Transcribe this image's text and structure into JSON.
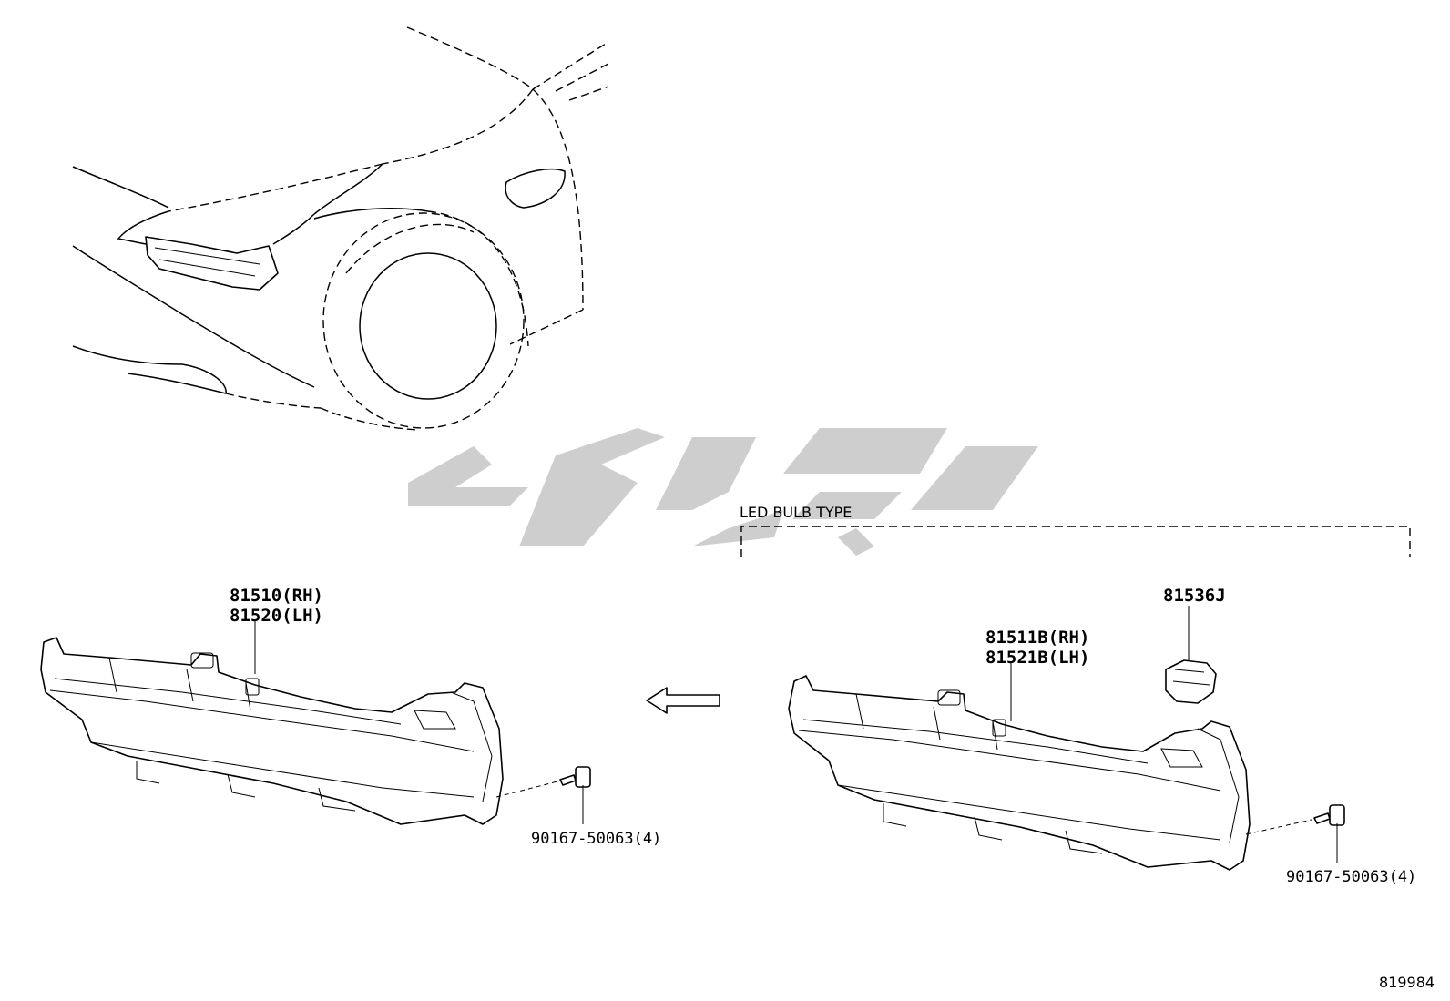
{
  "diagram": {
    "group_label": "LED BULB TYPE",
    "figure_number": "819984",
    "left_part": {
      "label_line1": "81510(RH)",
      "label_line2": "81520(LH)",
      "screw_label": "90167-50063(4)"
    },
    "right_part": {
      "label_line1": "81511B(RH)",
      "label_line2": "81521B(LH)",
      "bulb_label": "81536J",
      "screw_label": "90167-50063(4)"
    },
    "watermark_icon": "brand-logo-watermark",
    "direction_icon": "left-arrow-icon"
  }
}
